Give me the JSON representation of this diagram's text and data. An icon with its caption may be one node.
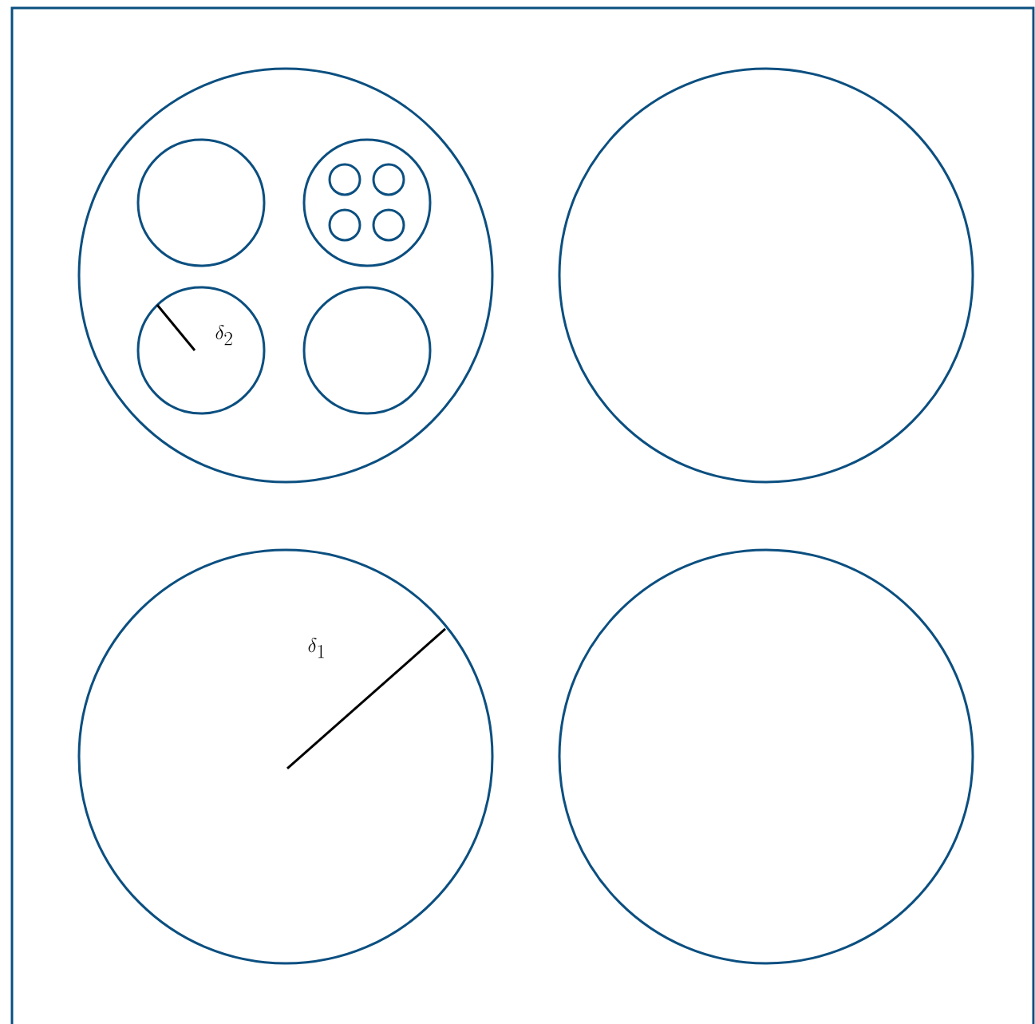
{
  "diagram": {
    "nodes": [
      {
        "text": [],
        "shape": "circle"
      },
      {
        "text": [],
        "shape": "circle"
      },
      {
        "text": [],
        "shape": "circle"
      },
      {
        "text": [],
        "shape": "circle"
      },
      {
        "text": [],
        "shape": "circle",
        "in": 0
      },
      {
        "text": [],
        "shape": "circle",
        "in": 0
      },
      {
        "text": [],
        "shape": "circle",
        "in": 0
      },
      {
        "text": [],
        "shape": "circle",
        "in": 0
      },
      {
        "text": [],
        "shape": "circle",
        "in": 5
      },
      {
        "text": [],
        "shape": "circle",
        "in": 5
      },
      {
        "text": [],
        "shape": "circle",
        "in": 5
      },
      {
        "text": [],
        "shape": "circle",
        "in": 5
      }
    ],
    "labels": [
      "\\delta_1",
      "\\delta_2"
    ]
  }
}
